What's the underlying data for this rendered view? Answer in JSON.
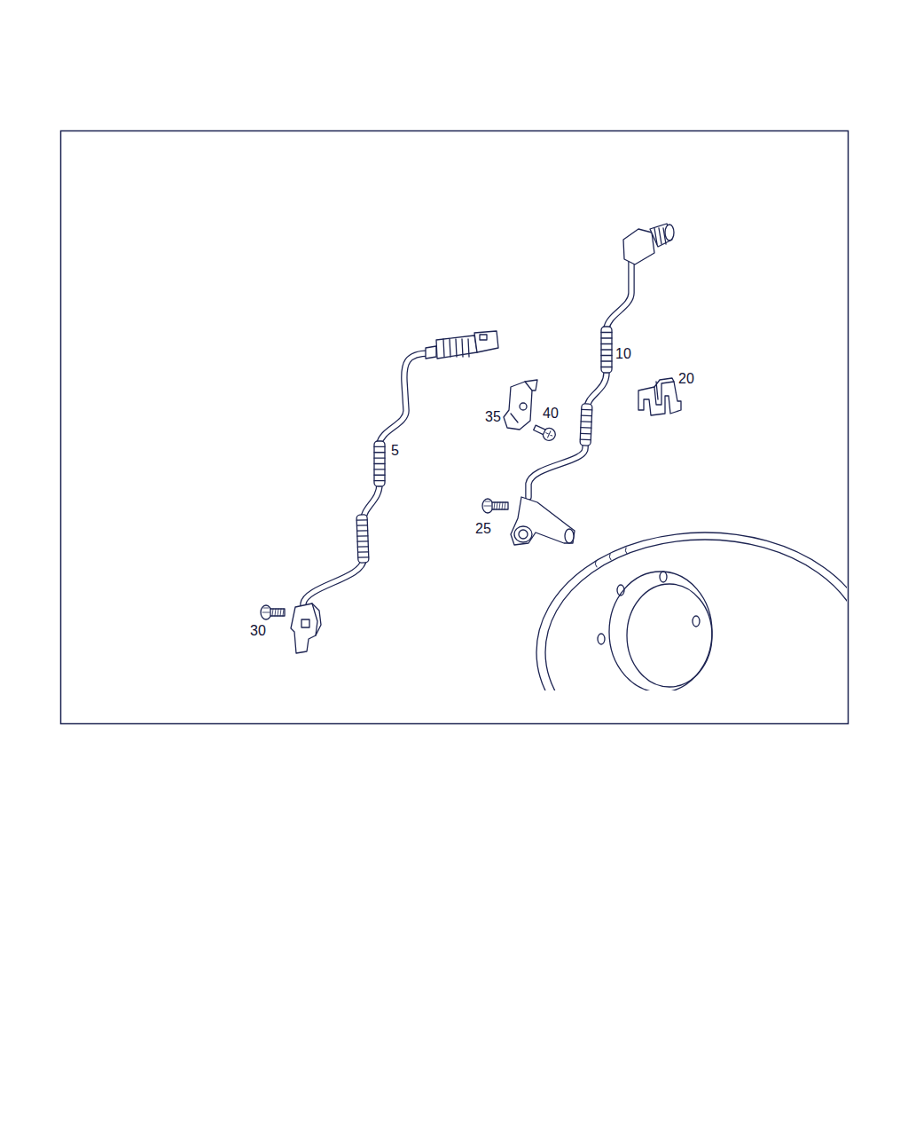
{
  "diagram": {
    "labels": [
      "10",
      "20",
      "35",
      "40",
      "5",
      "25",
      "30"
    ]
  }
}
